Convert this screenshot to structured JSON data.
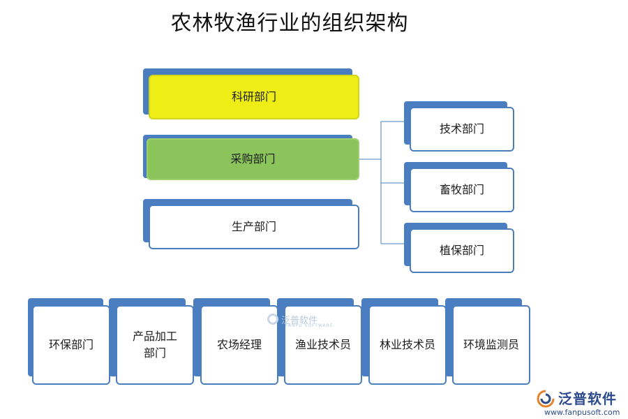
{
  "title": "农林牧渔行业的组织架构",
  "nodes": {
    "research": "科研部门",
    "procurement": "采购部门",
    "production": "生产部门",
    "technology": "技术部门",
    "livestock": "畜牧部门",
    "plant_protection": "植保部门",
    "env_protection": "环保部门",
    "product_processing": "产品加工\n部门",
    "farm_manager": "农场经理",
    "fishery_tech": "渔业技术员",
    "forestry_tech": "林业技术员",
    "env_monitor": "环境监测员"
  },
  "watermark": {
    "name": "泛普软件",
    "sub": "FANPU SOFTWARE"
  },
  "brand": {
    "name": "泛普软件",
    "url": "www.fanpusoft.com"
  },
  "colors": {
    "border_blue": "#4a7ec0",
    "highlight_yellow": "#eeee16",
    "highlight_green": "#8bc45a"
  }
}
